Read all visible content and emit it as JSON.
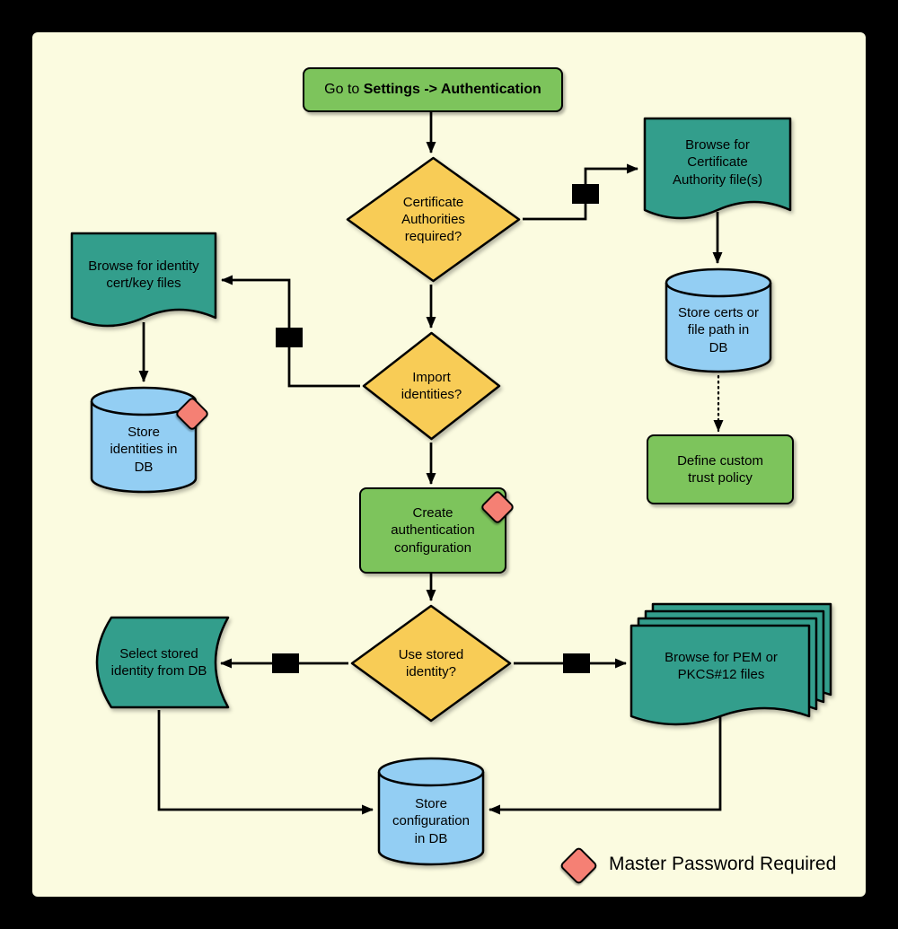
{
  "colors": {
    "frame": "#000000",
    "panel_background": "#FBFBE0",
    "process_green": "#7DC45C",
    "decision_yellow": "#F8CC56",
    "document_teal": "#339E8C",
    "database_blue": "#93CEF3",
    "master_password_pink": "#F58074",
    "connector_black": "#000000"
  },
  "nodes": {
    "goto": {
      "prefix": "Go to ",
      "bold": "Settings -> Authentication"
    },
    "ca_required": {
      "label": "Certificate\nAuthorities\nrequired?"
    },
    "browse_ca": {
      "label": "Browse for\nCertificate\nAuthority file(s)"
    },
    "store_certs": {
      "label": "Store certs or\nfile path in\nDB"
    },
    "define_trust": {
      "label": "Define custom\ntrust policy"
    },
    "browse_identity": {
      "label": "Browse for identity\ncert/key files"
    },
    "store_identities": {
      "label": "Store\nidentities in\nDB"
    },
    "import_identities": {
      "label": "Import\nidentities?"
    },
    "create_auth": {
      "label": "Create\nauthentication\nconfiguration"
    },
    "use_stored": {
      "label": "Use stored\nidentity?"
    },
    "select_stored": {
      "label": "Select stored\nidentity from DB"
    },
    "browse_pem": {
      "label": "Browse for PEM  or\nPKCS#12 files"
    },
    "store_config": {
      "label": "Store\nconfiguration\nin DB"
    }
  },
  "legend": {
    "label": "Master Password Required"
  }
}
